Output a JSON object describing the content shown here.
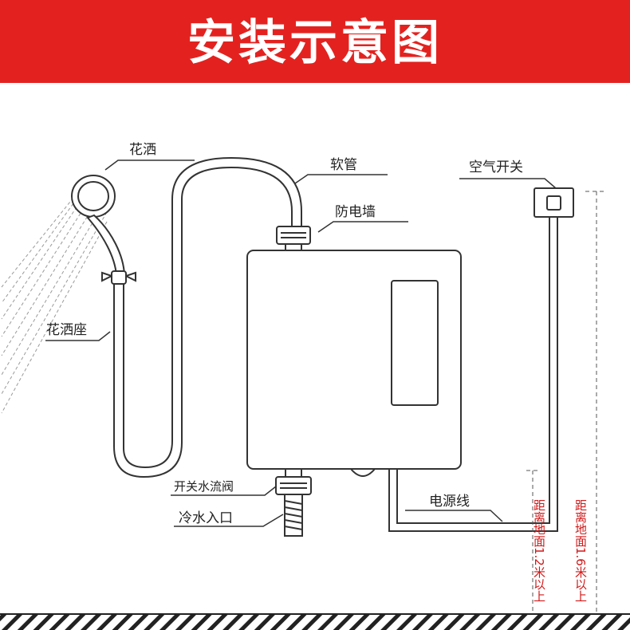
{
  "header": {
    "title": "安装示意图"
  },
  "labels": {
    "showerhead": "花洒",
    "hose": "软管",
    "anti_shock_wall": "防电墙",
    "air_switch": "空气开关",
    "shower_holder": "花洒座",
    "switch_valve": "开关水流阀",
    "cold_water_inlet": "冷水入口",
    "power_cord": "电源线",
    "height_12": "距离地面1.2米以上",
    "height_16": "距离地面1.6米以上"
  },
  "colors": {
    "banner": "#e3221f",
    "line": "#333333",
    "measure": "#d01818"
  }
}
